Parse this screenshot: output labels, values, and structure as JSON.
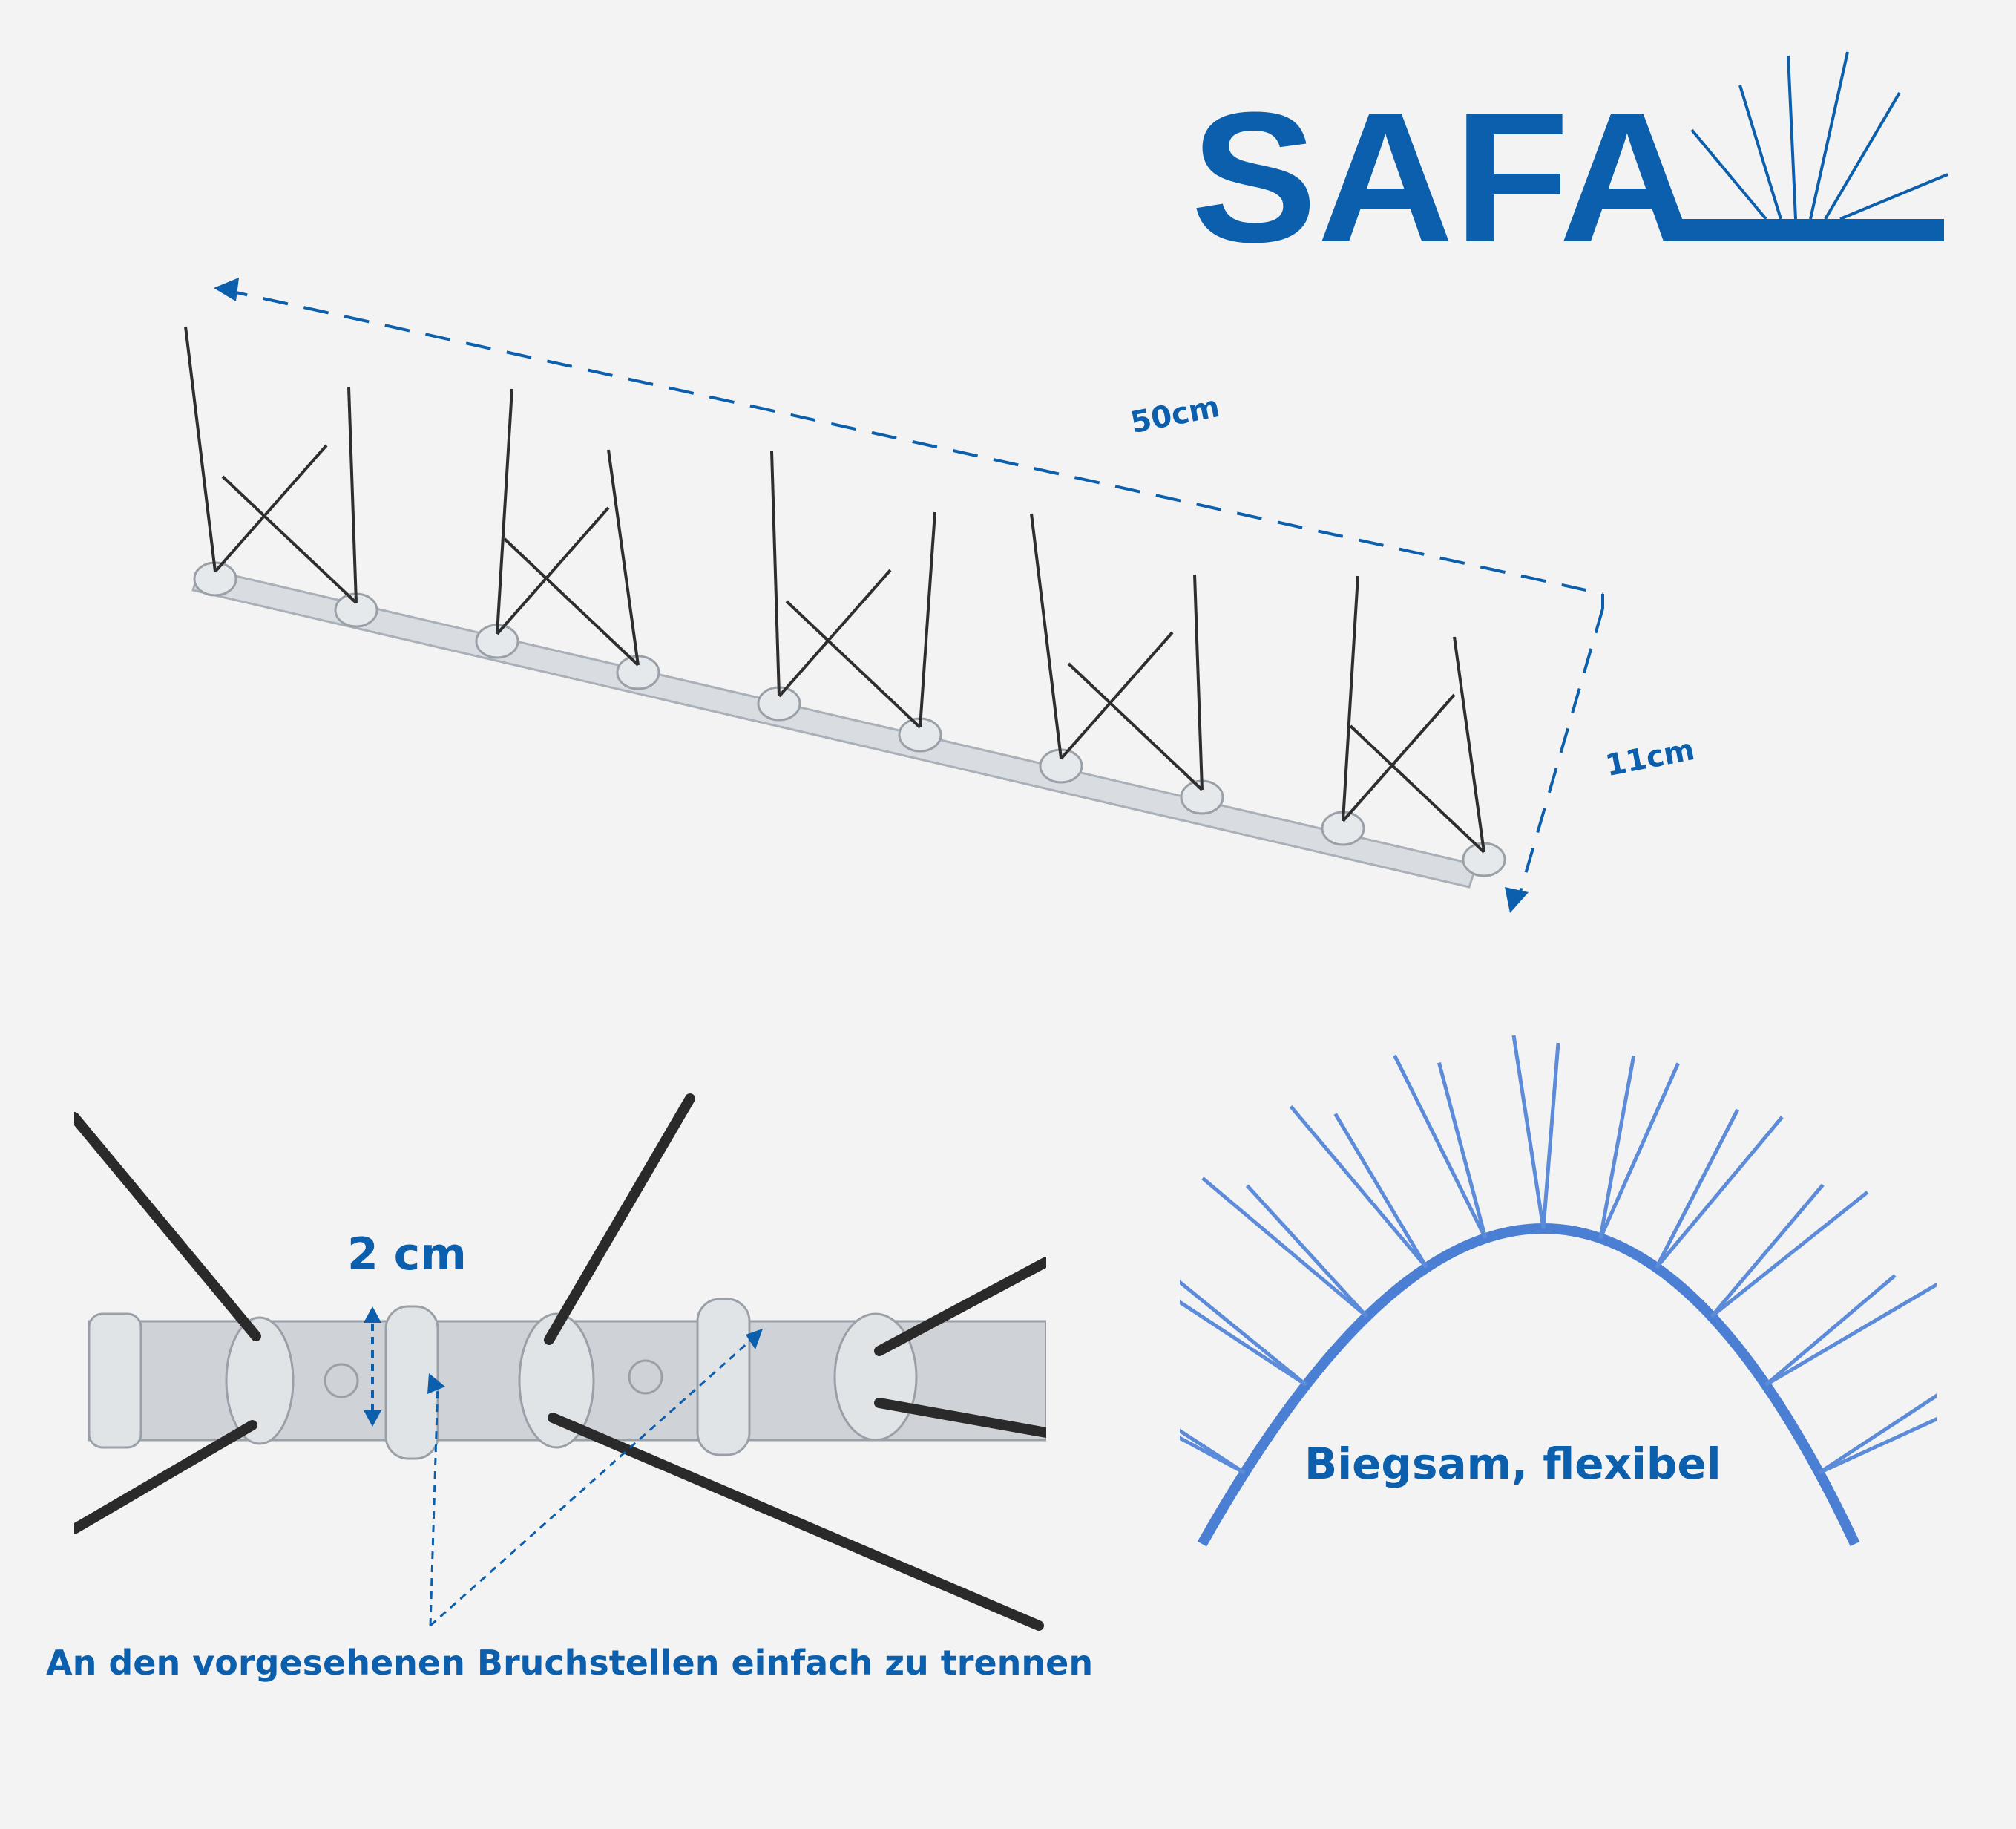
{
  "brand": {
    "name": "SAFA",
    "color": "#0b5fad"
  },
  "dimensions": {
    "length": "50cm",
    "width": "11cm",
    "base_height": "2 cm"
  },
  "captions": {
    "flexible": "Biegsam, flexibel",
    "break_points": "An den vorgesehenen Bruchstellen einfach zu trennen"
  },
  "colors": {
    "accent": "#0b5fad",
    "arc": "#4a7fd4",
    "spike": "#333333",
    "background": "#f3f3f3"
  }
}
